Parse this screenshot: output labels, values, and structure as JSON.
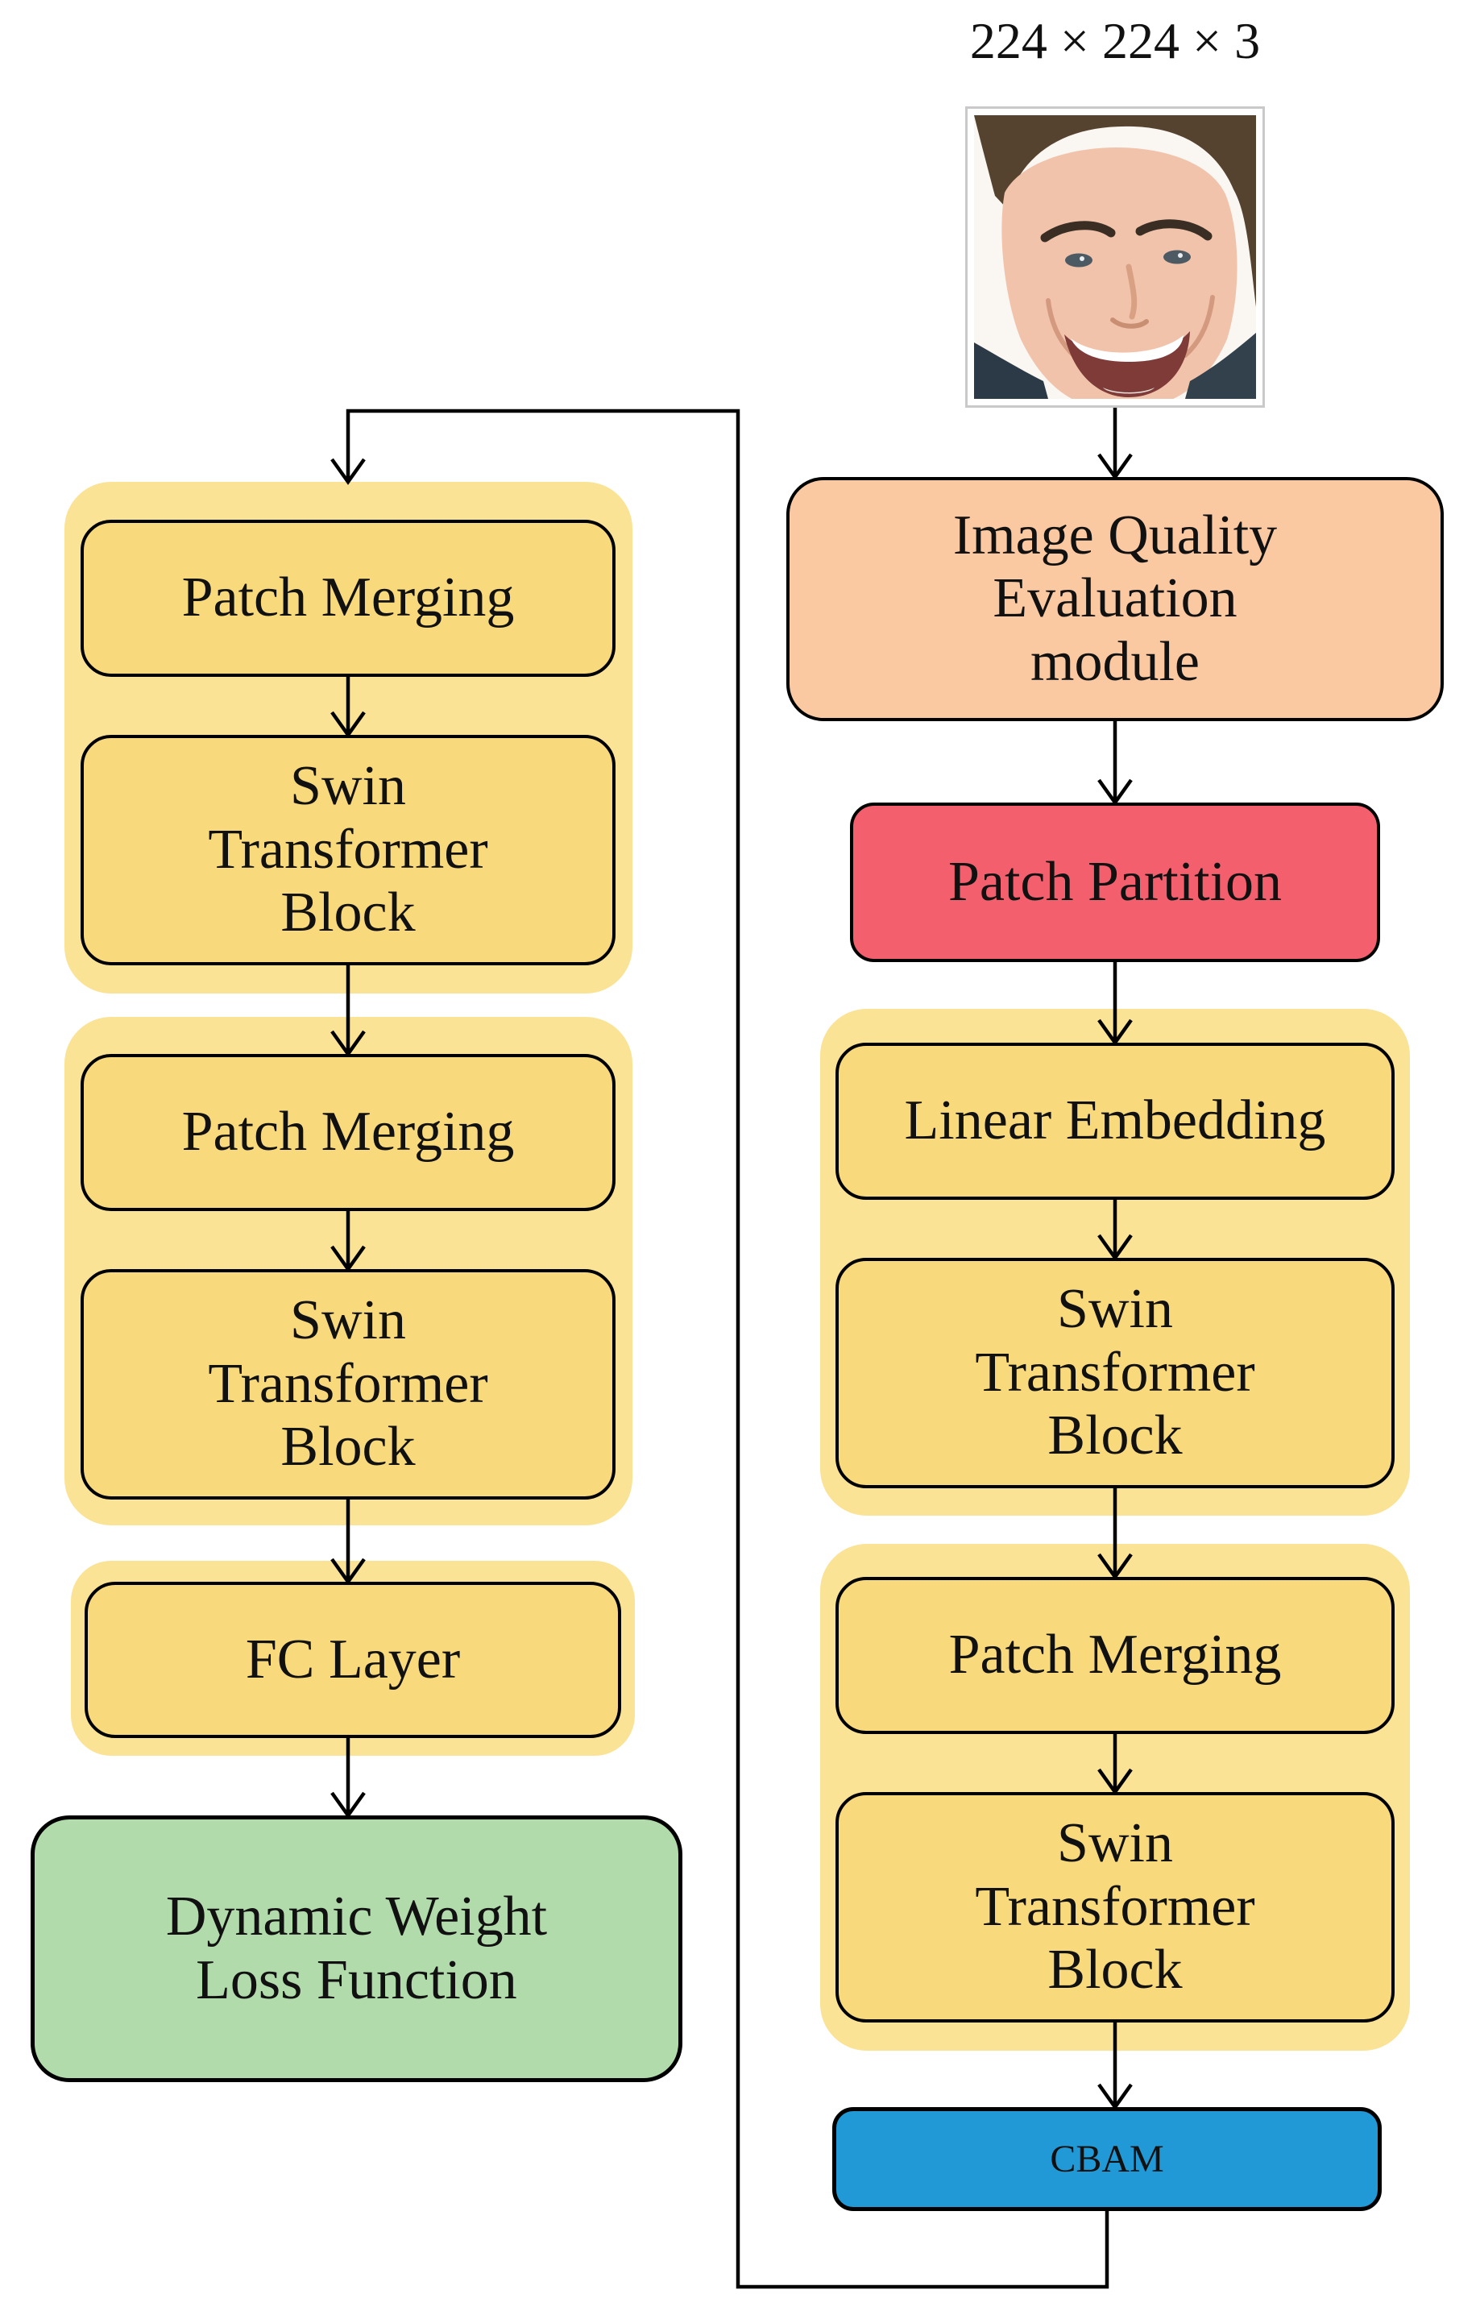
{
  "diagram_title": "Swin Transformer face pipeline with image quality evaluation",
  "colors": {
    "group_yellow": "#FBE396",
    "box_yellow": "#F8D97C",
    "peach": "#FAC9A2",
    "red": "#F45F6D",
    "green": "#B2DBAC",
    "blue": "#2199D6",
    "line": "#000000"
  },
  "right_column": {
    "input_label": "224 × 224 × 3",
    "input_image_alt": "smiling man face photo (input image)",
    "iqe_module": "Image Quality\nEvaluation\nmodule",
    "patch_partition": "Patch Partition",
    "stage1": {
      "linear_embedding": "Linear Embedding",
      "swin_block": "Swin\nTransformer\nBlock"
    },
    "stage2": {
      "patch_merging": "Patch Merging",
      "swin_block": "Swin\nTransformer\nBlock"
    },
    "cbam": "CBAM"
  },
  "left_column": {
    "stage3": {
      "patch_merging": "Patch Merging",
      "swin_block": "Swin\nTransformer\nBlock"
    },
    "stage4": {
      "patch_merging": "Patch Merging",
      "swin_block": "Swin\nTransformer\nBlock"
    },
    "fc_layer": "FC Layer",
    "loss_function": "Dynamic Weight\nLoss Function"
  }
}
